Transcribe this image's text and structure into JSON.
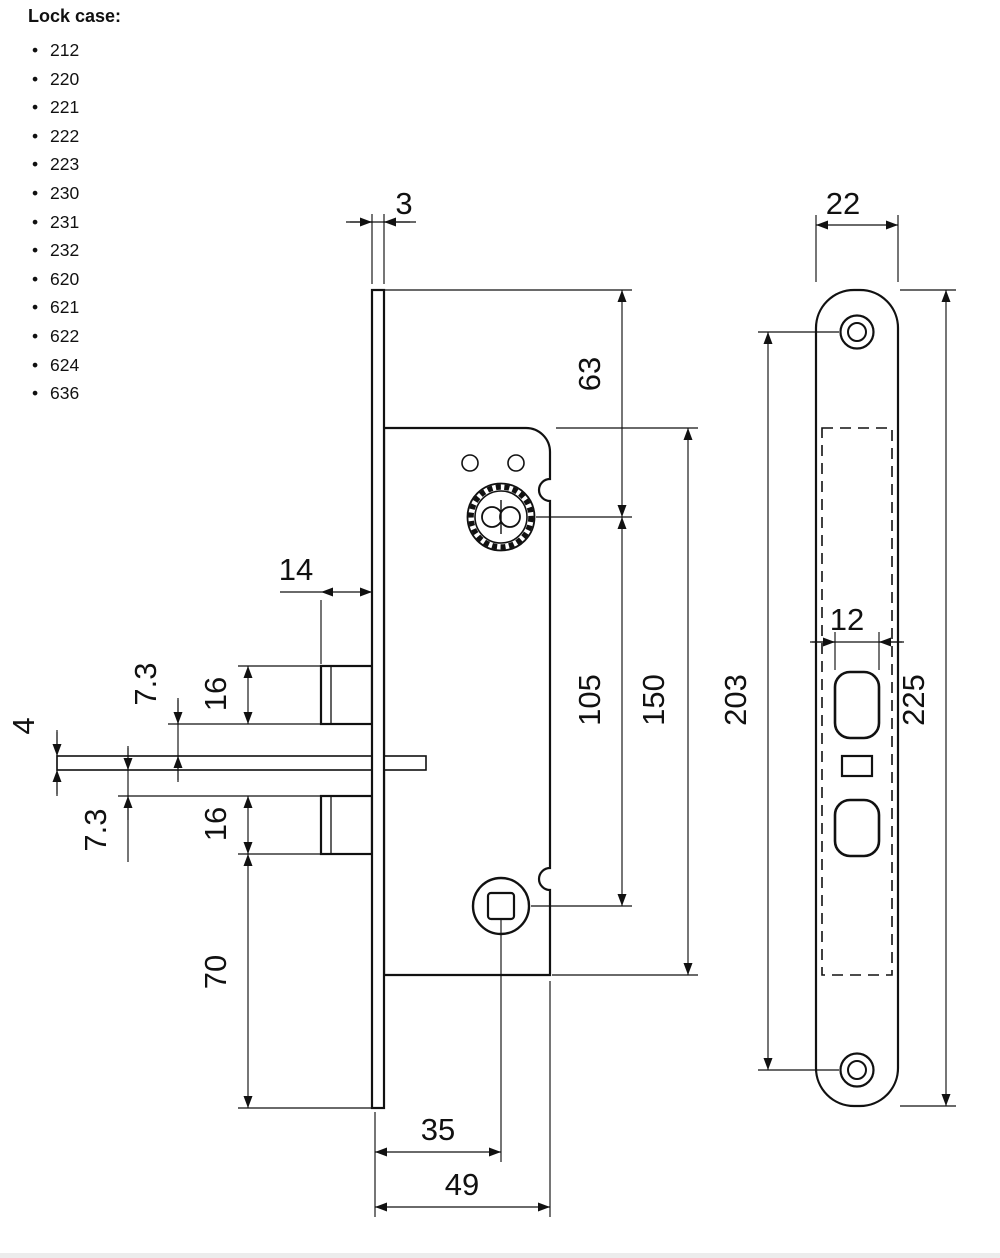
{
  "lock_case_list": {
    "title": "Lock case:",
    "items": [
      "212",
      "220",
      "221",
      "222",
      "223",
      "230",
      "231",
      "232",
      "620",
      "621",
      "622",
      "624",
      "636"
    ]
  },
  "side_view": {
    "faceplate_thickness": "3",
    "top_to_cylinder": "63",
    "bolt_protrusion": "14",
    "cylinder_to_spindle": "105",
    "case_height": "150",
    "gap_above_bar": "7.3",
    "deadbolt_height": "16",
    "bar_thickness": "4",
    "gap_below_bar": "7.3",
    "latchbolt_height": "16",
    "latch_to_plate_end": "70",
    "backset": "35",
    "case_depth": "49"
  },
  "front_view": {
    "faceplate_width": "22",
    "cutout_width": "12",
    "screw_hole_centers": "203",
    "faceplate_length": "225"
  }
}
